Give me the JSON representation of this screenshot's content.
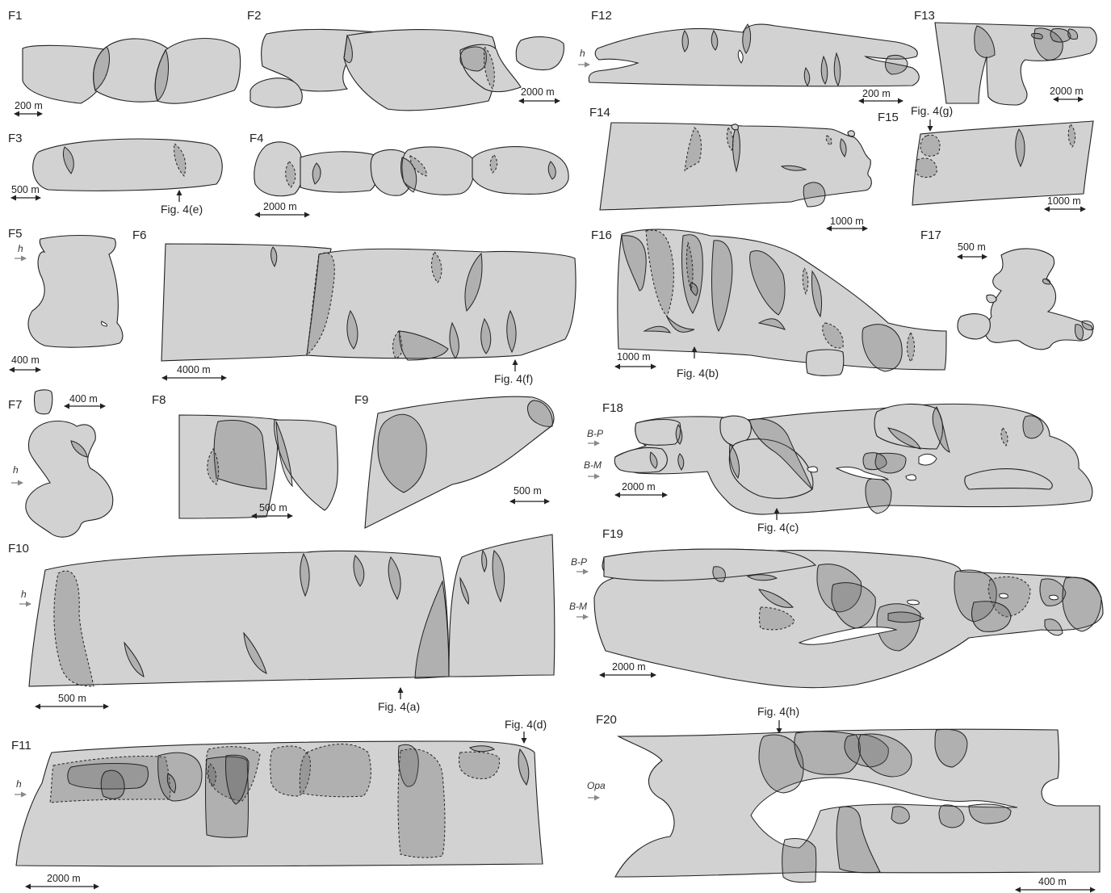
{
  "figure": {
    "panels": [
      {
        "id": "F1",
        "label": "F1",
        "scale": "200 m"
      },
      {
        "id": "F2",
        "label": "F2",
        "scale": "2000 m"
      },
      {
        "id": "F3",
        "label": "F3",
        "scale": "500 m",
        "ref": "Fig. 4(e)"
      },
      {
        "id": "F4",
        "label": "F4",
        "scale": "2000 m"
      },
      {
        "id": "F5",
        "label": "F5",
        "scale": "400 m",
        "units": [
          "h"
        ]
      },
      {
        "id": "F6",
        "label": "F6",
        "scale": "4000 m",
        "ref": "Fig. 4(f)"
      },
      {
        "id": "F7",
        "label": "F7",
        "scale": "400 m",
        "units": [
          "h"
        ]
      },
      {
        "id": "F8",
        "label": "F8",
        "scale": "500 m"
      },
      {
        "id": "F9",
        "label": "F9",
        "scale": "500 m"
      },
      {
        "id": "F10",
        "label": "F10",
        "scale": "500 m",
        "ref": "Fig. 4(a)",
        "units": [
          "h"
        ]
      },
      {
        "id": "F11",
        "label": "F11",
        "scale": "2000 m",
        "ref": "Fig. 4(d)",
        "units": [
          "h"
        ]
      },
      {
        "id": "F12",
        "label": "F12",
        "scale": "200 m",
        "units": [
          "h"
        ]
      },
      {
        "id": "F13",
        "label": "F13",
        "scale": "2000 m"
      },
      {
        "id": "F14",
        "label": "F14",
        "scale": "1000 m"
      },
      {
        "id": "F15",
        "label": "F15",
        "scale": "1000 m",
        "ref": "Fig. 4(g)"
      },
      {
        "id": "F16",
        "label": "F16",
        "scale": "1000 m",
        "ref": "Fig. 4(b)"
      },
      {
        "id": "F17",
        "label": "F17",
        "scale": "500 m"
      },
      {
        "id": "F18",
        "label": "F18",
        "scale": "2000 m",
        "ref": "Fig. 4(c)",
        "units": [
          "B-P",
          "B-M"
        ]
      },
      {
        "id": "F19",
        "label": "F19",
        "scale": "2000 m",
        "units": [
          "B-P",
          "B-M"
        ]
      },
      {
        "id": "F20",
        "label": "F20",
        "scale": "400 m",
        "ref": "Fig. 4(h)",
        "units": [
          "Opa"
        ]
      }
    ],
    "colors": {
      "fault_fill": "#d2d2d2",
      "overlap_fill": "#8c8c8c",
      "outline": "#222222",
      "unit_arrow": "#888888"
    }
  }
}
